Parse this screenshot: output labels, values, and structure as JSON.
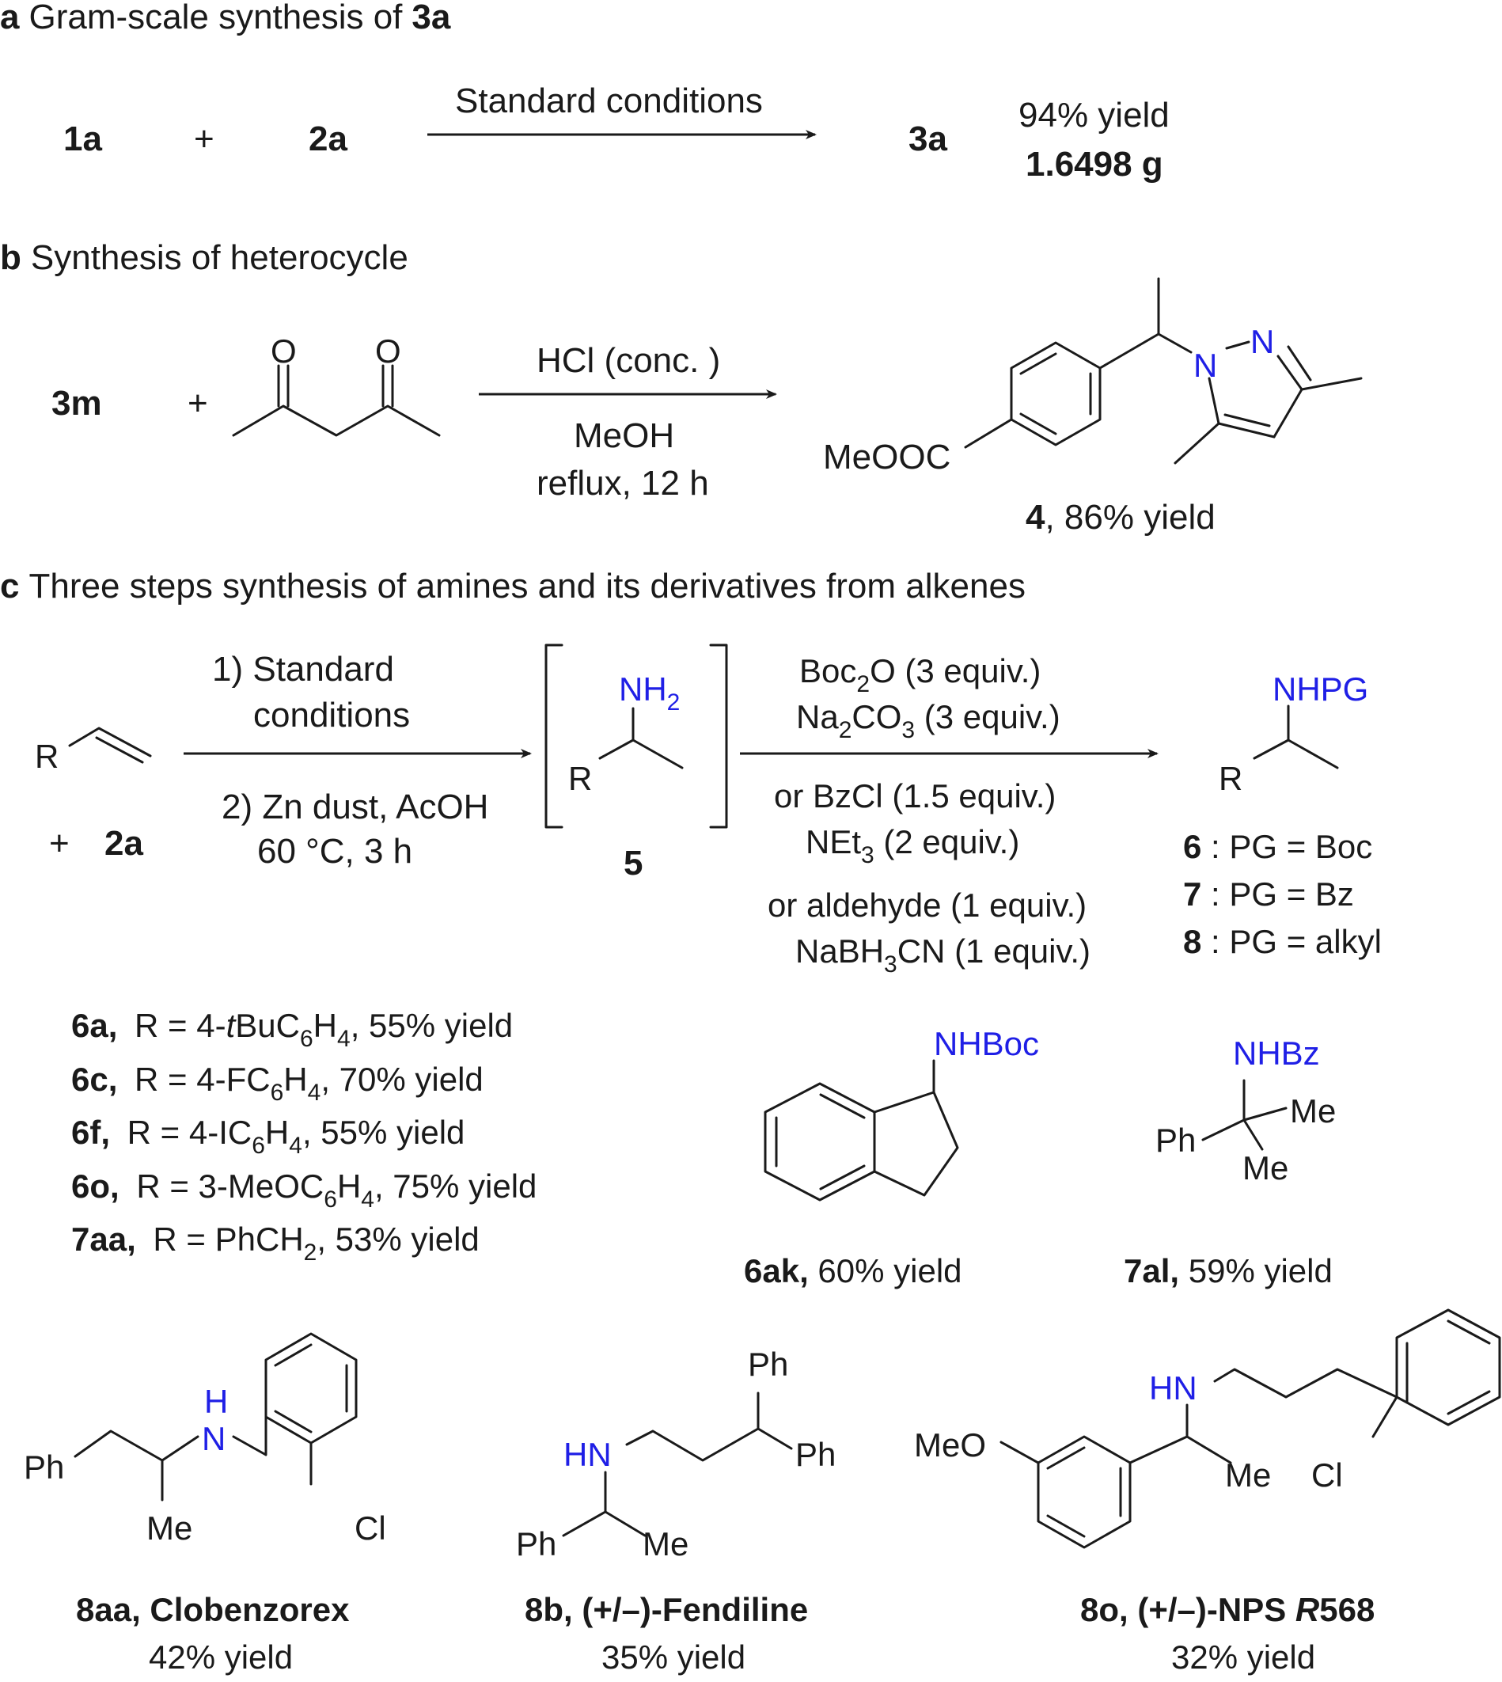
{
  "panel_a": {
    "letter": "a",
    "title": "Gram-scale synthesis of",
    "title_bold": "3a",
    "reactant_1": "1a",
    "plus": "+",
    "reactant_2": "2a",
    "conditions": "Standard conditions",
    "product": "3a",
    "yield": "94% yield",
    "mass": "1.6498 g"
  },
  "panel_b": {
    "letter": "b",
    "title": "Synthesis of heterocycle",
    "reactant": "3m",
    "plus": "+",
    "diketone_o1": "O",
    "diketone_o2": "O",
    "reagent": "HCl (conc. )",
    "solvent": "MeOH",
    "time": "reflux, 12  h",
    "ester": "MeOOC",
    "ring_n1": "N",
    "ring_n2": "N",
    "product_num": "4",
    "product_yield": ", 86% yield"
  },
  "panel_c": {
    "letter": "c",
    "title": "Three steps synthesis of amines and its derivatives from alkenes",
    "alkene_r": "R",
    "plus": "+",
    "reagent_2a": "2a",
    "step1_line1": "1) Standard",
    "step1_line2": "conditions",
    "step2_line1": "2) Zn dust, AcOH",
    "step2_line2": "60 °C, 3 h",
    "intermediate_nh": "NH",
    "intermediate_sub": "2",
    "intermediate_r": "R",
    "intermediate_num": "5",
    "boc_a": "Boc",
    "boc_sub": "2",
    "boc_b": "O (3 equiv.)",
    "na_a": "Na",
    "na_sub1": "2",
    "na_b": "CO",
    "na_sub2": "3",
    "na_c": " (3 equiv.)",
    "bzcl": "or BzCl (1.5 equiv.)",
    "net_a": "NEt",
    "net_sub": "3",
    "net_b": " (2 equiv.)",
    "aldehyde": "or aldehyde (1 equiv.)",
    "nabh_a": "NaBH",
    "nabh_sub": "3",
    "nabh_b": "CN (1 equiv.)",
    "product_nhpg": "NHPG",
    "product_r": "R",
    "pg_rows": [
      {
        "num": "6",
        "text": " : PG = Boc"
      },
      {
        "num": "7",
        "text": " : PG = Bz"
      },
      {
        "num": "8",
        "text": " : PG = alkyl"
      }
    ],
    "examples": {
      "r6a": {
        "id": "6a,",
        "pre": " R = 4-",
        "ital": "t",
        "mid": "BuC",
        "s1": "6",
        "m2": "H",
        "s2": "4",
        "post": ", 55% yield"
      },
      "r6c": {
        "id": "6c,",
        "pre": "  R = 4-FC",
        "s1": "6",
        "m2": "H",
        "s2": "4",
        "post": ", 70% yield"
      },
      "r6f": {
        "id": "6f,",
        "pre": " R = 4-IC",
        "s1": "6",
        "m2": "H",
        "s2": "4",
        "post": ", 55% yield"
      },
      "r6o": {
        "id": "6o,",
        "pre": " R = 3-MeOC",
        "s1": "6",
        "m2": "H",
        "s2": "4",
        "post": ", 75% yield"
      },
      "r7aa": {
        "id": "7aa,",
        "pre": " R = PhCH",
        "s1": "2",
        "post": ", 53% yield"
      }
    },
    "ak_nhboc": "NHBoc",
    "ak_id": "6ak,",
    "ak_yield": " 60% yield",
    "al_nhbz": "NHBz",
    "al_me1": "Me",
    "al_me2": "Me",
    "al_ph": "Ph",
    "al_id": "7al,",
    "al_yield": " 59% yield"
  },
  "drugs": {
    "aa": {
      "ph": "Ph",
      "h": "H",
      "n": "N",
      "me": "Me",
      "cl": "Cl",
      "title": "8aa, Clobenzorex",
      "yield": "42% yield"
    },
    "b": {
      "ph_top": "Ph",
      "ph_right": "Ph",
      "hn": "HN",
      "ph_bottom": "Ph",
      "me": "Me",
      "title": "8b, (+/–)-Fendiline",
      "yield": "35% yield"
    },
    "o": {
      "hn": "HN",
      "meo": "MeO",
      "me": "Me",
      "cl": "Cl",
      "title_a": "8o, (+/–)-NPS ",
      "title_r": "R",
      "title_b": "568",
      "yield": "32% yield"
    }
  }
}
